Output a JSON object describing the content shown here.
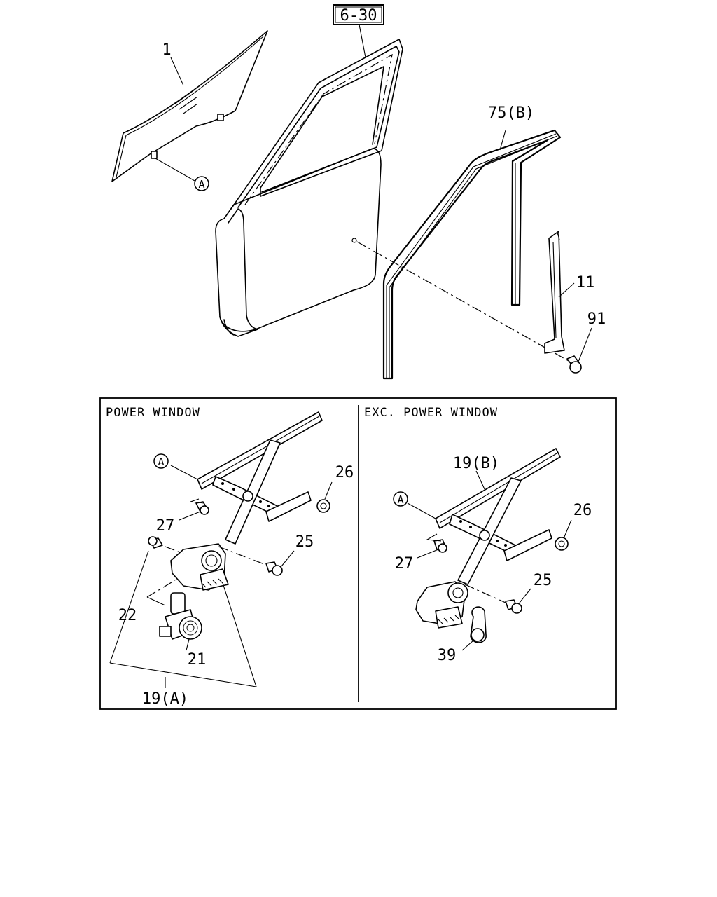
{
  "ref_box_label": "6-30",
  "callouts": {
    "glass": "1",
    "channel_75b": "75(B)",
    "run_11": "11",
    "bolt_91": "91",
    "ref_a": "A"
  },
  "panels": {
    "power": {
      "title": "POWER WINDOW",
      "labels": {
        "ref_a": "A",
        "p27": "27",
        "p26": "26",
        "p25": "25",
        "p22": "22",
        "p21": "21",
        "p19a": "19(A)"
      }
    },
    "manual": {
      "title": "EXC. POWER WINDOW",
      "labels": {
        "p19b": "19(B)",
        "ref_a": "A",
        "p26": "26",
        "p27": "27",
        "p25": "25",
        "p39": "39"
      }
    }
  }
}
